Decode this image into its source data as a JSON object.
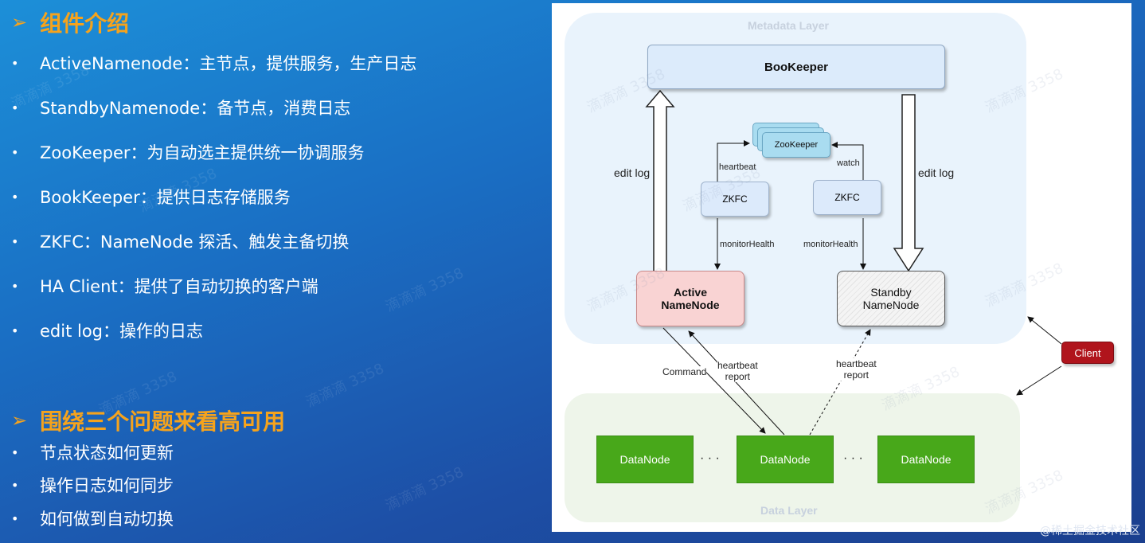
{
  "left": {
    "section1_title": "组件介绍",
    "items1": [
      "ActiveNamenode：主节点，提供服务，生产日志",
      "StandbyNamenode：备节点，消费日志",
      "ZooKeeper：为自动选主提供统一协调服务",
      "BookKeeper：提供日志存储服务",
      "ZKFC：NameNode 探活、触发主备切换",
      "HA Client：提供了自动切换的客户端",
      "edit log：操作的日志"
    ],
    "section2_title": "围绕三个问题来看高可用",
    "items2": [
      "节点状态如何更新",
      "操作日志如何同步",
      "如何做到自动切换"
    ],
    "bullet_glyph": "•",
    "arrow_glyph": "➢"
  },
  "diagram": {
    "metadata_layer": "Metadata Layer",
    "data_layer": "Data Layer",
    "bookkeeper": "BooKeeper",
    "zookeeper": "ZooKeeper",
    "zkfc_left": "ZKFC",
    "zkfc_right": "ZKFC",
    "active_nn_line1": "Active",
    "active_nn_line2": "NameNode",
    "standby_nn_line1": "Standby",
    "standby_nn_line2": "NameNode",
    "client": "Client",
    "datanodes": [
      "DataNode",
      "DataNode",
      "DataNode"
    ],
    "ellipsis": "· · ·",
    "labels": {
      "edit_log_left": "edit log",
      "edit_log_right": "edit log",
      "heartbeat": "heartbeat",
      "watch": "watch",
      "monitor_left": "monitorHealth",
      "monitor_right": "monitorHealth",
      "command": "Command",
      "hb_report_left_1": "heartbeat",
      "hb_report_left_2": "report",
      "hb_report_right_1": "heartbeat",
      "hb_report_right_2": "report"
    }
  },
  "watermark": "滴滴滴 3358",
  "footer": "@稀土掘金技术社区",
  "colors": {
    "title_orange": "#f6a31c",
    "metadata_bg": "#e9f3fc",
    "data_bg": "#eef5ea",
    "datanode_green": "#48a81a",
    "active_fill": "#f9d3d3",
    "client_red": "#b0141c"
  }
}
